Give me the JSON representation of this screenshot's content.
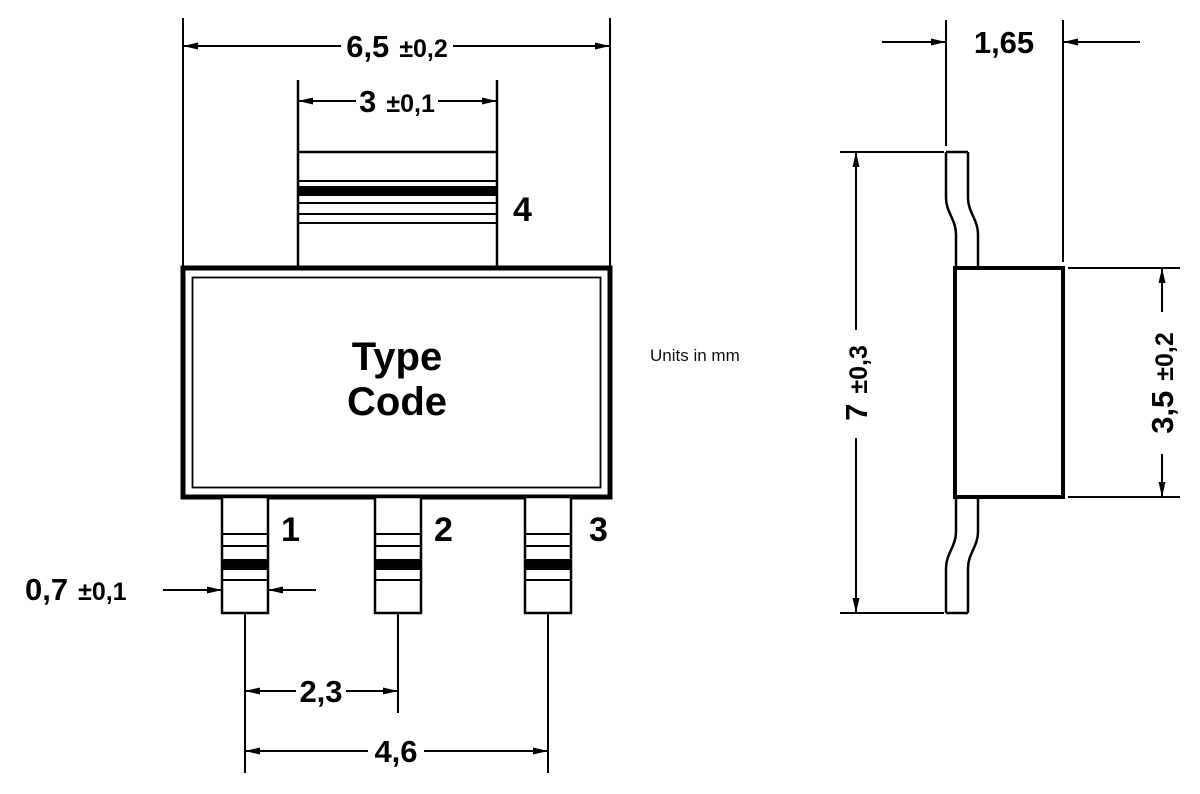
{
  "note": "Units in mm",
  "front_view": {
    "type_code": {
      "line1": "Type",
      "line2": "Code"
    },
    "tab_pin_label": "4",
    "pin_labels": [
      "1",
      "2",
      "3"
    ],
    "dims": {
      "overall_width": {
        "value": "6,5",
        "tolerance": "±0,2"
      },
      "tab_width": {
        "value": "3",
        "tolerance": "±0,1"
      },
      "pin_width": {
        "value": "0,7",
        "tolerance": "±0,1"
      },
      "pin_pitch": {
        "value": "2,3"
      },
      "outer_pin_span": {
        "value": "4,6"
      }
    }
  },
  "side_view": {
    "dims": {
      "thickness": {
        "value": "1,65"
      },
      "overall_height": {
        "value": "7",
        "tolerance": "±0,3"
      },
      "body_height": {
        "value": "3,5",
        "tolerance": "±0,2"
      }
    }
  },
  "colors": {
    "line": "#000000",
    "background": "#ffffff"
  }
}
